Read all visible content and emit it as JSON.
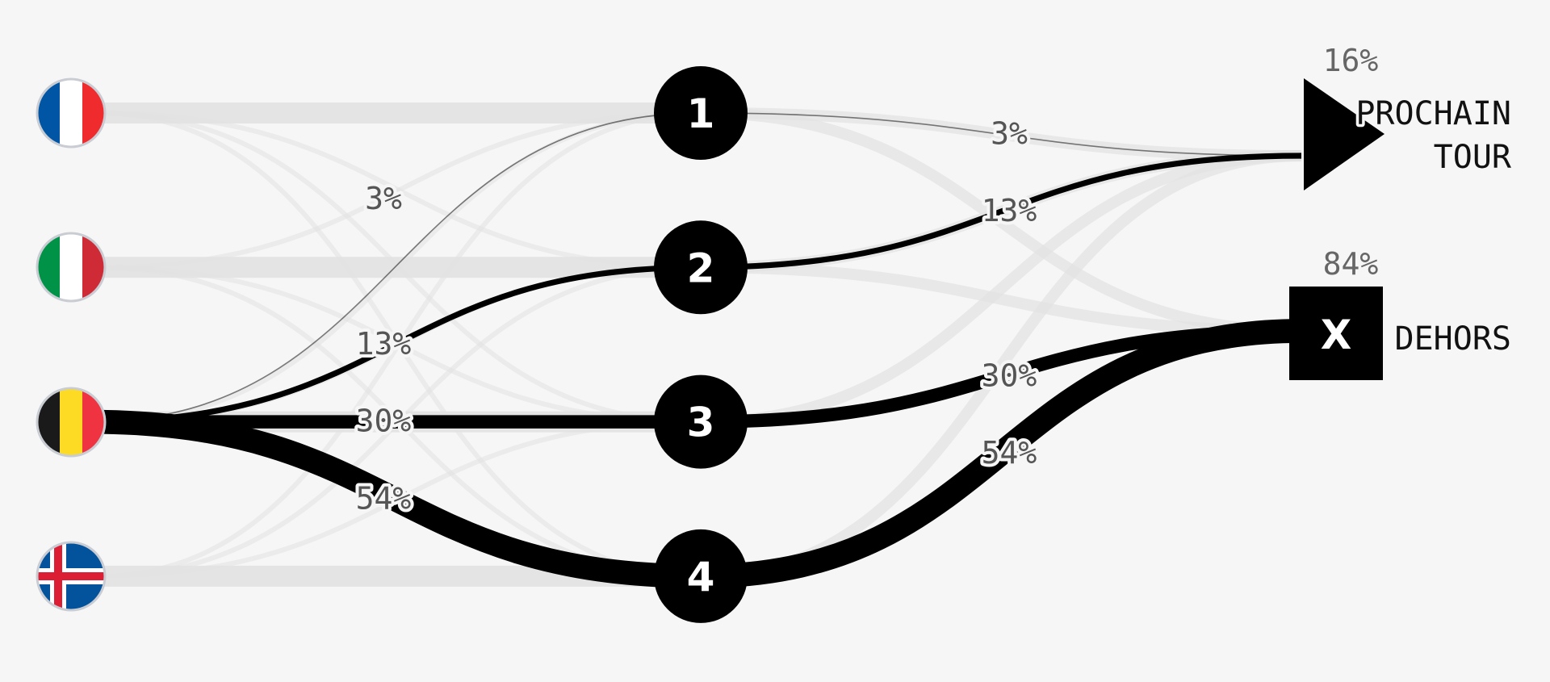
{
  "teams": [
    {
      "id": "france",
      "name": "France",
      "icon": "france-flag-icon"
    },
    {
      "id": "italy",
      "name": "Italie",
      "icon": "italy-flag-icon"
    },
    {
      "id": "belgium",
      "name": "Belgique",
      "icon": "belgium-flag-icon"
    },
    {
      "id": "iceland",
      "name": "Islande",
      "icon": "iceland-flag-icon"
    }
  ],
  "positions": [
    "1",
    "2",
    "3",
    "4"
  ],
  "highlight_team": "belgium",
  "flows_team_to_position": [
    {
      "team": "belgium",
      "position": "1",
      "share": 3,
      "label": "3%"
    },
    {
      "team": "belgium",
      "position": "2",
      "share": 13,
      "label": "13%"
    },
    {
      "team": "belgium",
      "position": "3",
      "share": 30,
      "label": "30%"
    },
    {
      "team": "belgium",
      "position": "4",
      "share": 54,
      "label": "54%"
    }
  ],
  "flows_position_to_outcome": [
    {
      "position": "1",
      "outcome": "next",
      "share": 3,
      "label": "3%"
    },
    {
      "position": "2",
      "outcome": "next",
      "share": 13,
      "label": "13%"
    },
    {
      "position": "3",
      "outcome": "out",
      "share": 30,
      "label": "30%"
    },
    {
      "position": "4",
      "outcome": "out",
      "share": 54,
      "label": "54%"
    }
  ],
  "outcomes": {
    "next": {
      "line1": "PROCHAIN",
      "line2": "TOUR",
      "percent": "16%",
      "share": 16,
      "icon": "triangle-arrow-icon"
    },
    "out": {
      "line1": "DEHORS",
      "percent": "84%",
      "share": 84,
      "symbol": "X",
      "icon": "x-box-icon"
    }
  },
  "colors": {
    "background": "#f6f6f6",
    "highlight": "#000000",
    "ghost": "#e2e2e2",
    "node": "#000000",
    "flag_border": "#c9cdd3"
  }
}
